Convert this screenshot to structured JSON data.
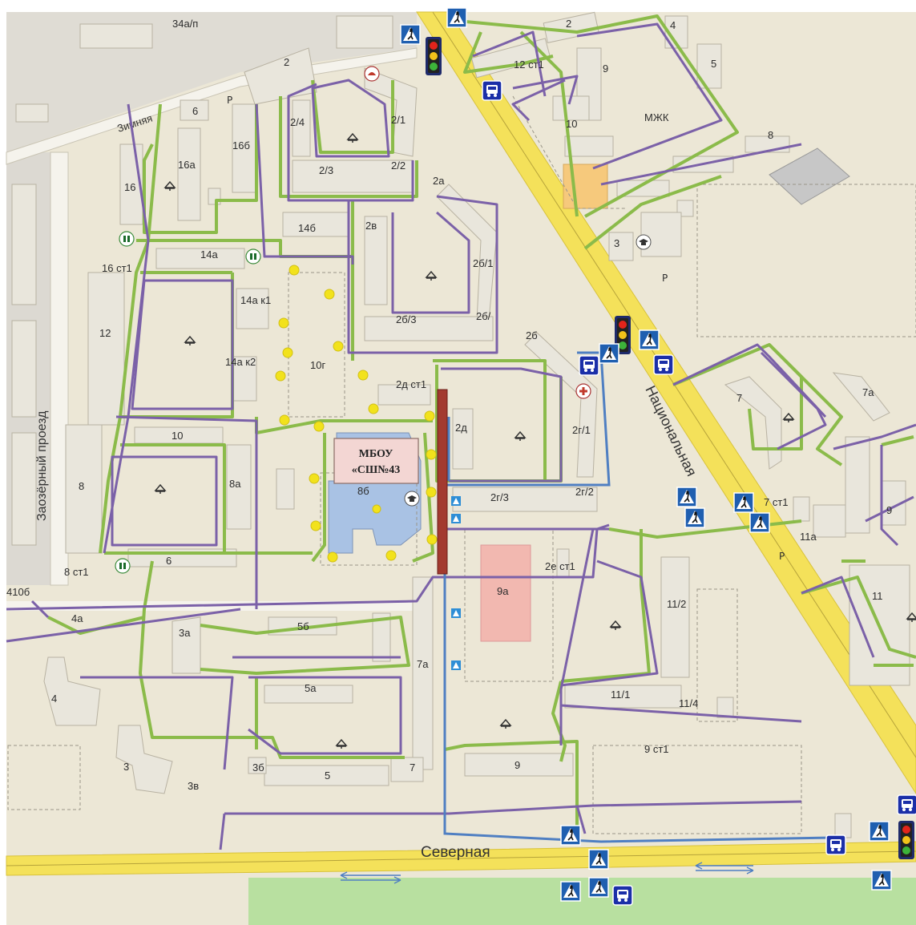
{
  "streets": {
    "severnaya": "Северная",
    "natsionalnaya": "Национальная",
    "zaozerny": "Заозёрный проезд",
    "zimnyaya": "Зимняя"
  },
  "school": {
    "line1": "МБОУ",
    "line2": "«СШ№43"
  },
  "buildings": {
    "b34a": "34а/п",
    "b2a_top": "2",
    "b2_nw": "2",
    "b4": "4",
    "b5": "5",
    "b12": "12 ст1",
    "b9_ne": "9",
    "mzhk": "МЖК",
    "b10_ne": "10",
    "b8_ne": "8",
    "b6": "6",
    "b16b": "16б",
    "b16a": "16а",
    "b16": "16",
    "b2_4": "2/4",
    "b2_1": "2/1",
    "b2_3": "2/3",
    "b2_2": "2/2",
    "b2a": "2а",
    "b14b": "14б",
    "b2v": "2в",
    "b3": "3",
    "b14a": "14а",
    "b16st1": "16 ст1",
    "b14ak1": "14а к1",
    "b2b1": "2б/1",
    "b2b3": "2б/3",
    "b2b_": "2б/",
    "b2b": "2б",
    "b12w": "12",
    "b10g": "10г",
    "b14ak2": "14а к2",
    "b2dst1": "2д ст1",
    "b7": "7",
    "b7a_e": "7а",
    "b2d": "2д",
    "b2g1": "2г/1",
    "b10": "10",
    "b8": "8",
    "b8a": "8а",
    "b8b": "8б",
    "b2g3": "2г/3",
    "b2g2": "2г/2",
    "b7st1": "7 ст1",
    "b9_e": "9",
    "b11a": "11а",
    "b6w": "6",
    "b8st1": "8 ст1",
    "b410b": "410б",
    "b2est1": "2е ст1",
    "b9a": "9а",
    "b11": "11",
    "b4a": "4а",
    "b5b": "5б",
    "b3a": "3а",
    "b11_2": "11/2",
    "b4w": "4",
    "b7a": "7а",
    "b5a": "5а",
    "b11_1": "11/1",
    "b11_4": "11/4",
    "b9st1": "9 ст1",
    "b3w": "3",
    "b3b": "3б",
    "b7s": "7",
    "b9s": "9",
    "b3v": "3в",
    "p1": "P",
    "p2": "P",
    "p3": "P"
  },
  "colors": {
    "road_yellow": "#f4e15a",
    "footpath_green": "#8bbb4a",
    "path_purple": "#7b61a8",
    "route_blue": "#4f7fc2",
    "school_marker": "#a33a2f",
    "point_yellow": "#f2e21c"
  },
  "icons": [
    "traffic-light-icon",
    "pedestrian-crossing-icon",
    "bus-stop-icon",
    "school-icon",
    "playground-icon",
    "pharmacy-icon",
    "hospital-icon",
    "parking-icon"
  ]
}
